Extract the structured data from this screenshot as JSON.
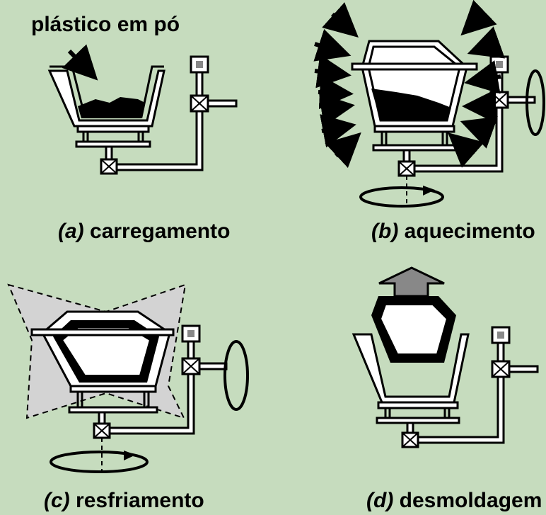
{
  "label_top": "plástico em pó",
  "panels": [
    {
      "letter": "(a)",
      "name": "carregamento"
    },
    {
      "letter": "(b)",
      "name": "aquecimento"
    },
    {
      "letter": "(c)",
      "name": "resfriamento"
    },
    {
      "letter": "(d)",
      "name": "desmoldagem"
    }
  ],
  "colors": {
    "background": "#c6dcbe",
    "outline": "#000000",
    "fill_light": "#ffffff",
    "powder": "#000000",
    "cooling_zone": "#d3d3d3"
  }
}
